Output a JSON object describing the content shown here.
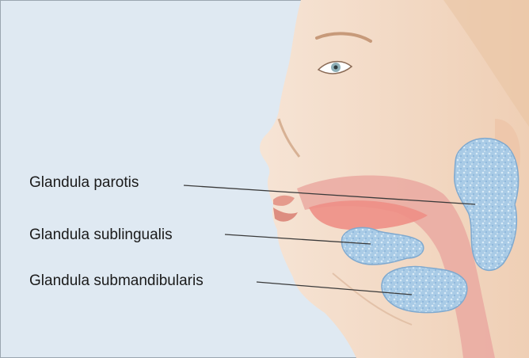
{
  "labels": {
    "parotis": "Glandula parotis",
    "sublingualis": "Glandula sublingualis",
    "submandibularis": "Glandula submandibularis"
  },
  "colors": {
    "background": "#dfe9f2",
    "skin": "#f3dcc8",
    "skin_shadow": "#e8c3a6",
    "gland": "#a9cbe6",
    "gland_outline": "#7fa9cf",
    "mouth_cavity": "#e9a9a2",
    "lips": "#e59a8c",
    "leader_line": "#3a3a3a"
  }
}
